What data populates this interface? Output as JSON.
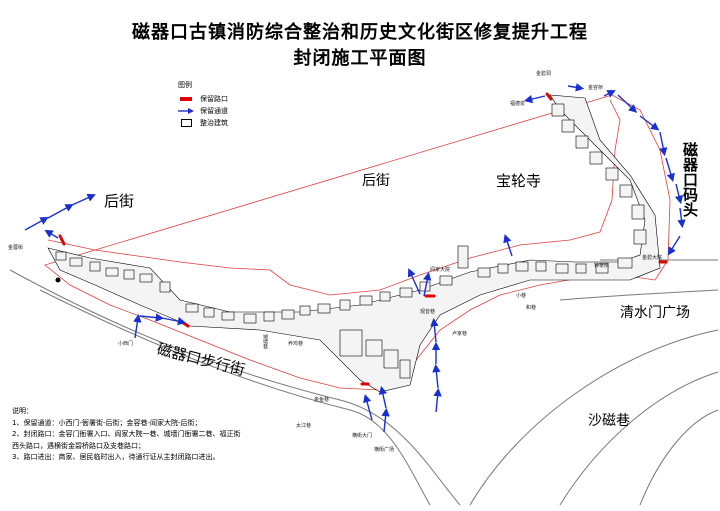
{
  "title": {
    "line1": "磁器口古镇消防综合整治和历史文化街区修复提升工程",
    "line2": "封闭施工平面图"
  },
  "legend": {
    "header": "图例",
    "items": [
      {
        "symbol": "red-bar",
        "label": "保留路口"
      },
      {
        "symbol": "blue-arrow",
        "label": "保留通道"
      },
      {
        "symbol": "outline-box",
        "label": "整治建筑"
      }
    ]
  },
  "places": {
    "houjie_left": "后街",
    "houjie_center": "后街",
    "baolunsi": "宝轮寺",
    "matou": "磁器口码头",
    "qingshuimen": "清水门广场",
    "buxingjie": "磁器口步行街",
    "shaci": "沙磁巷"
  },
  "small_labels": {
    "jinbimen": "金碧洞",
    "jinrong": "金容桥",
    "yuanchang": "福德泉",
    "xiaoximen": "小西门",
    "jinrongjie": "金蓉街",
    "yanjiadayuan": "阎家大院",
    "yangji": "养鸡巷",
    "chengchang": "城墙巷",
    "zhongxinbai": "钟家院",
    "xiaoxiang": "小巷",
    "hexiang": "和巷",
    "lujia": "卢家巷",
    "jinyu": "金鱼巷",
    "guanchuan": "观音巷",
    "taijiang": "太江巷",
    "heyunmen": "横街大门",
    "chengguangchang": "横街广场",
    "jinyuan": "金碧大院"
  },
  "notes": {
    "heading": "说明：",
    "lines": [
      "1、保留通道：小西门-衙署街-后街；金容巷-阎家大院-后街；",
      "2、封闭路口：金容门衙署入口、阎家大院一巷、城墙门衙署二巷、福正街",
      "   西头路口，遇横街金碧桥路口及支巷路口；",
      "3、路口进出：商家、居民临时出入，待通行证从主封闭路口进出。"
    ]
  },
  "colors": {
    "boundary": "#e04040",
    "road": "#7a7a7a",
    "arrow": "#1a2fd0",
    "exit": "#e00000",
    "building": "#000000"
  }
}
